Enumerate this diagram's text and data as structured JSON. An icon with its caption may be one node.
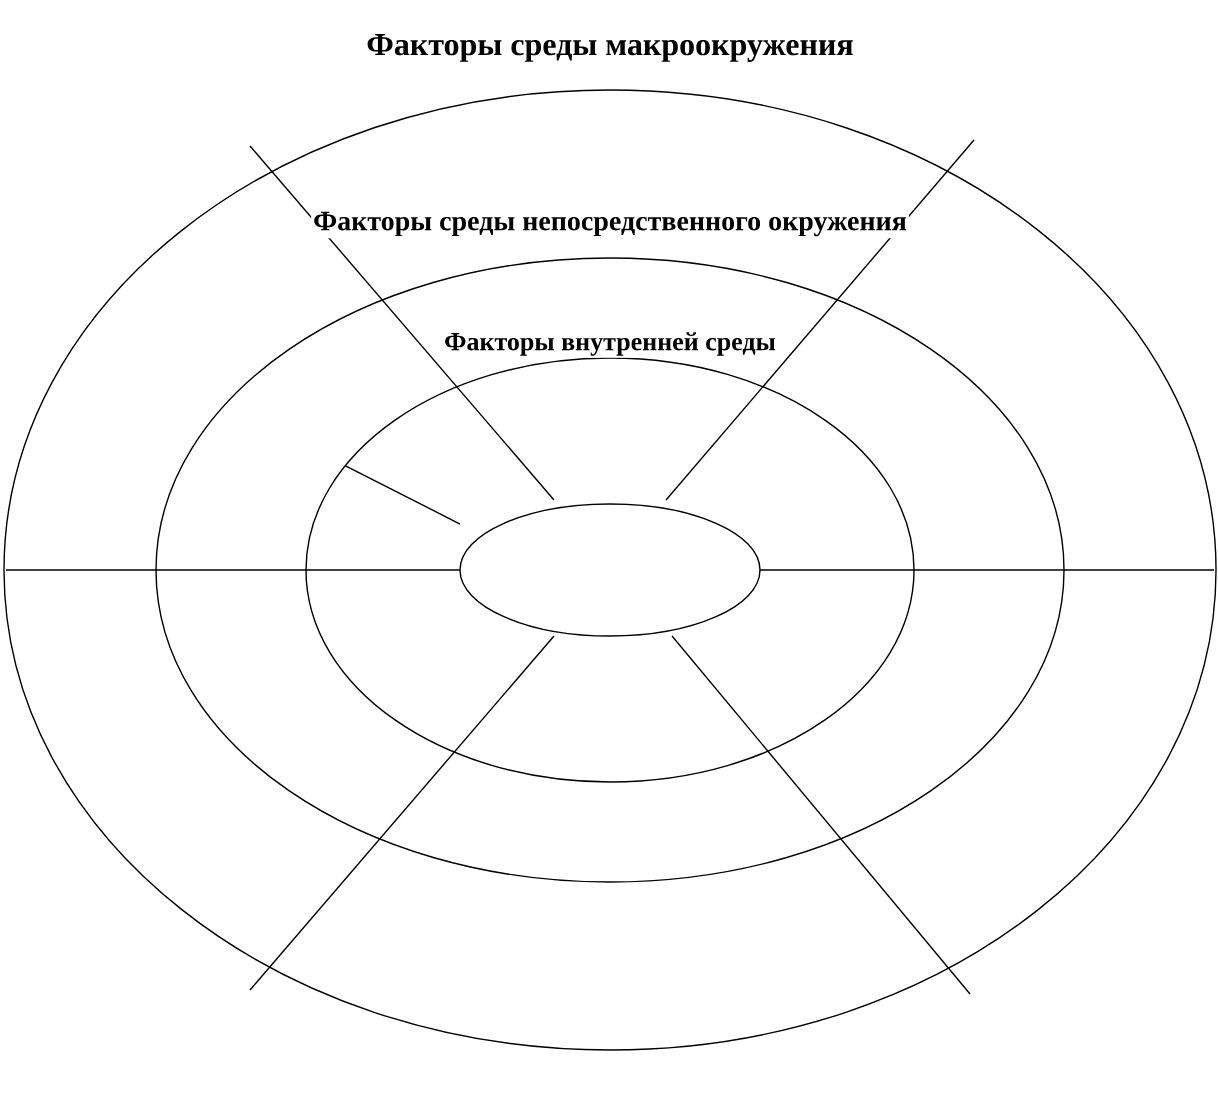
{
  "diagram": {
    "nodes": [
      {
        "text": [
          "Факторы среды макроокружения"
        ]
      },
      {
        "text": [
          "Факторы среды непосредственного окружения"
        ],
        "in": 0
      },
      {
        "text": [
          "Факторы внутренней среды"
        ],
        "in": 1
      },
      {
        "text": [],
        "shape": "circle",
        "in": 2
      }
    ]
  }
}
